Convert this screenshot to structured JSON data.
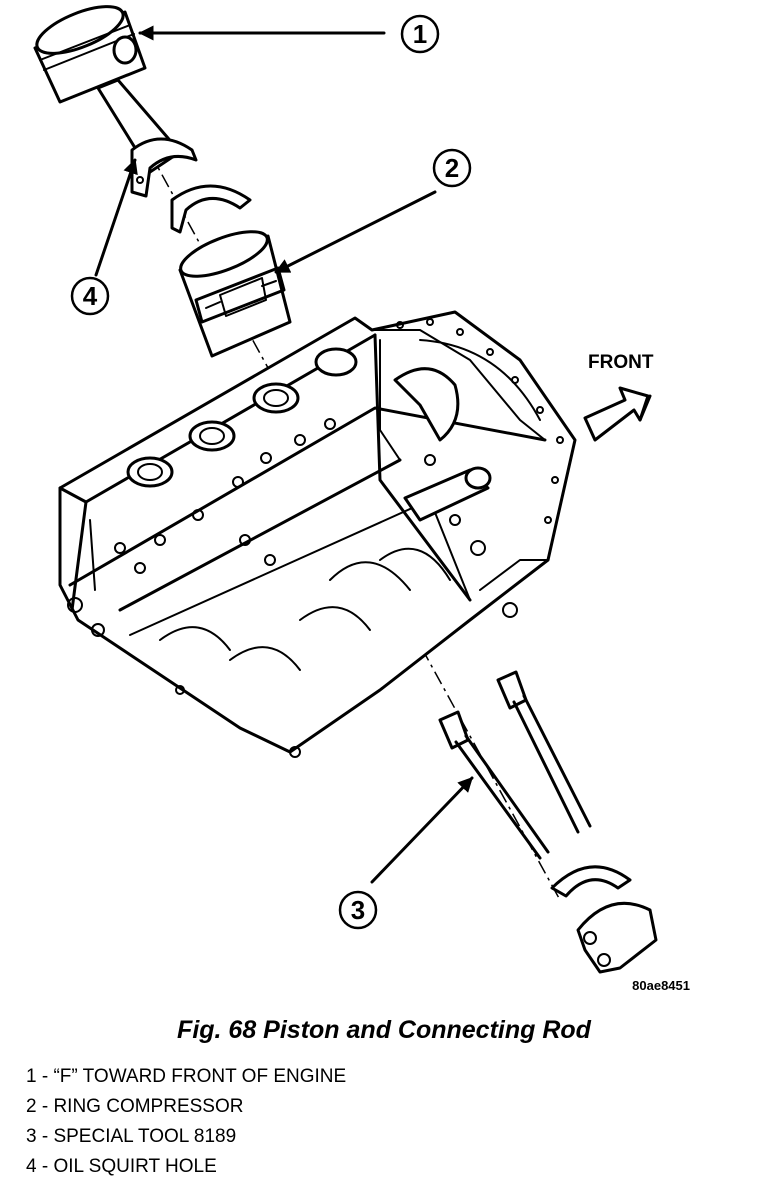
{
  "figure": {
    "front_label": "FRONT",
    "figure_id": "80ae8451",
    "callouts": [
      "1",
      "2",
      "3",
      "4"
    ]
  },
  "caption": "Fig. 68 Piston and Connecting Rod",
  "legend": [
    "1 - “F” TOWARD FRONT OF ENGINE",
    "2 - RING COMPRESSOR",
    "3 - SPECIAL TOOL 8189",
    "4 - OIL SQUIRT HOLE"
  ]
}
